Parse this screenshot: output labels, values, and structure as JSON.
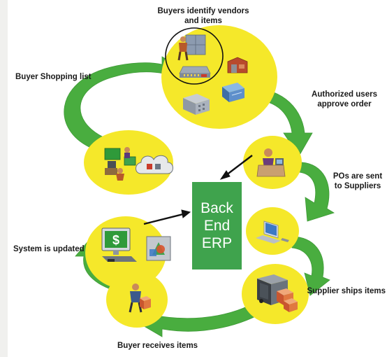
{
  "labels": {
    "identify": [
      "Buyers identify vendors",
      "and items"
    ],
    "shopping_list": "Buyer Shopping list",
    "approve": [
      "Authorized users",
      "approve order"
    ],
    "pos_sent": [
      "POs are sent",
      "to Suppliers"
    ],
    "system_updated": "System is updated",
    "supplier_ships": "Supplier ships items",
    "buyer_receives": "Buyer receives items"
  },
  "erp": [
    "Back",
    "End",
    "ERP"
  ],
  "colors": {
    "circle": "#f5e82a",
    "arrow": "#49ad3f",
    "erp_box": "#3fa34d",
    "erp_text": "#ffffff",
    "label_text": "#1a1a1a",
    "left_bar": "#f0f0ee"
  },
  "icons": [
    "worker-with-boxes-icon",
    "router-icon",
    "warehouse-icon",
    "server-rack-icon",
    "building-icon",
    "clerk-at-desk-icon",
    "computer-monitor-icon",
    "loaded-truck-icon",
    "parcel-boxes-icon",
    "delivery-person-icon",
    "dollar-monitor-icon",
    "shapes-document-icon",
    "network-users-icon",
    "cloud-network-icon"
  ]
}
